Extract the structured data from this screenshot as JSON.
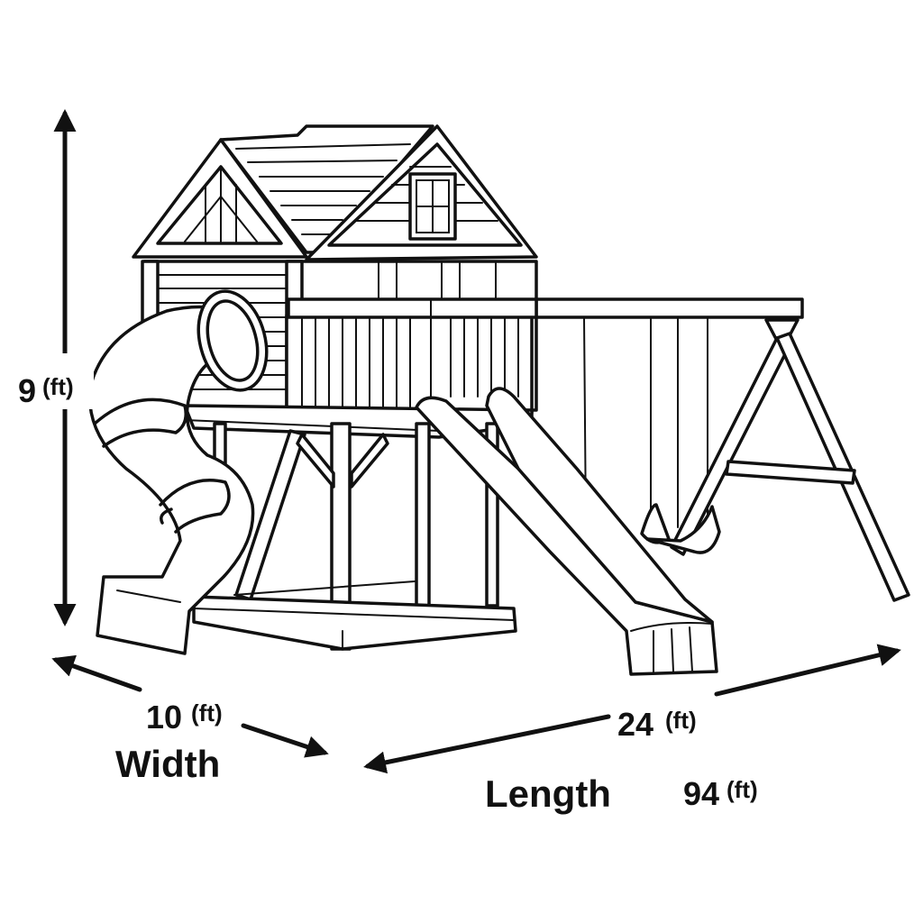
{
  "dimensions": {
    "height": {
      "value": "9",
      "unit": "(ft)"
    },
    "width": {
      "value": "10",
      "unit": "(ft)",
      "label": "Width"
    },
    "length": {
      "value": "24",
      "unit": "(ft)",
      "label": "Length",
      "extra_value": "94",
      "extra_unit": "(ft)"
    }
  },
  "colors": {
    "line": "#111111",
    "background": "#ffffff"
  }
}
